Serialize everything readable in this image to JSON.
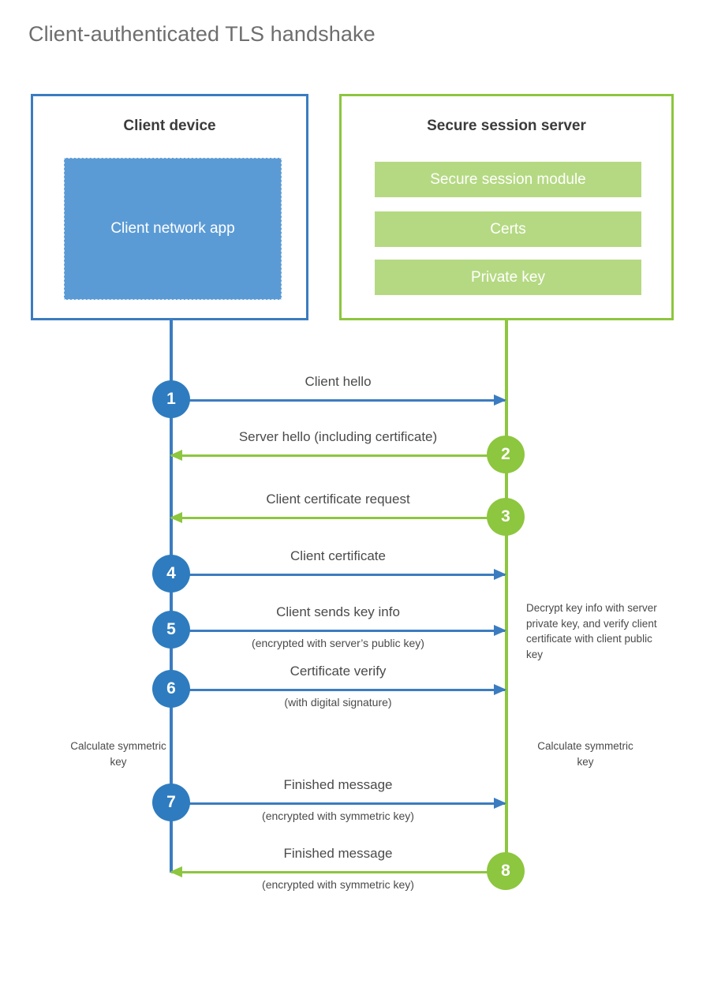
{
  "title": "Client-authenticated TLS handshake",
  "colors": {
    "client_blue": "#3b7cc0",
    "client_app_fill": "#5b9bd5",
    "server_green": "#8dc63f",
    "server_module_fill": "#b5d982",
    "circle_blue": "#2e7cbf",
    "text_gray": "#4a4a4a"
  },
  "client": {
    "title": "Client device",
    "app_label": "Client network app"
  },
  "server": {
    "title": "Secure session server",
    "modules": [
      {
        "label": "Secure session module"
      },
      {
        "label": "Certs"
      },
      {
        "label": "Private key"
      }
    ]
  },
  "steps": [
    {
      "number": "1",
      "label": "Client hello",
      "sublabel": "",
      "direction": "client-to-server",
      "color": "blue"
    },
    {
      "number": "2",
      "label": "Server hello (including certificate)",
      "sublabel": "",
      "direction": "server-to-client",
      "color": "green"
    },
    {
      "number": "3",
      "label": "Client certificate request",
      "sublabel": "",
      "direction": "server-to-client",
      "color": "green"
    },
    {
      "number": "4",
      "label": "Client certificate",
      "sublabel": "",
      "direction": "client-to-server",
      "color": "blue"
    },
    {
      "number": "5",
      "label": "Client sends key info",
      "sublabel": "(encrypted with server’s public key)",
      "direction": "client-to-server",
      "color": "blue"
    },
    {
      "number": "6",
      "label": "Certificate verify",
      "sublabel": "(with digital signature)",
      "direction": "client-to-server",
      "color": "blue"
    },
    {
      "number": "7",
      "label": "Finished message",
      "sublabel": "(encrypted with symmetric key)",
      "direction": "client-to-server",
      "color": "blue"
    },
    {
      "number": "8",
      "label": "Finished message",
      "sublabel": "(encrypted with symmetric key)",
      "direction": "server-to-client",
      "color": "green"
    }
  ],
  "notes": {
    "decrypt": "Decrypt key info with server private key, and verify client certificate with client public key",
    "calculate_client": "Calculate symmetric key",
    "calculate_server": "Calculate symmetric key"
  }
}
